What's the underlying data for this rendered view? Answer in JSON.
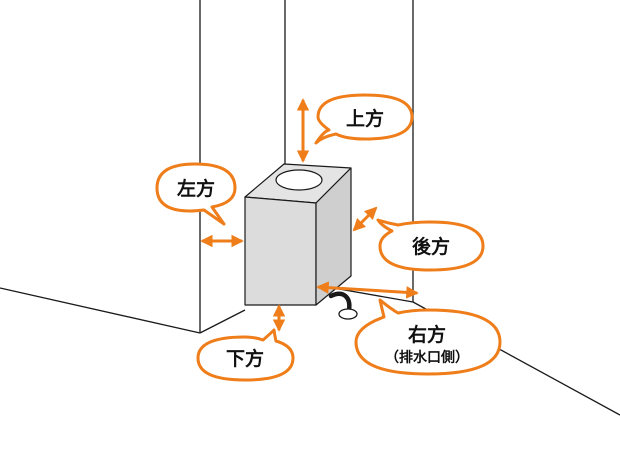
{
  "labels": {
    "up": "上方",
    "left": "左方",
    "back": "後方",
    "right": "右方",
    "right_sub": "（排水口側）",
    "down": "下方"
  },
  "colors": {
    "accent": "#ee7d1a",
    "line": "#1a1a1a",
    "machine_front": "#dcdcdc",
    "machine_side": "#cfcfcf",
    "machine_top": "#e4e4e4",
    "bubble_fill": "#ffffff"
  }
}
